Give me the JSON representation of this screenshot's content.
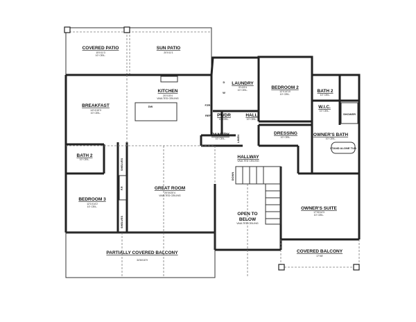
{
  "rooms": {
    "covered_patio": {
      "name": "COVERED PATIO",
      "size": "15'X11'3",
      "ceiling": "10' CEIL."
    },
    "sun_patio": {
      "name": "SUN PATIO",
      "size": "20'X11'1"
    },
    "breakfast": {
      "name": "BREAKFAST",
      "size": "14'1X10'3",
      "ceiling": "10' CEIL."
    },
    "kitchen": {
      "name": "KITCHEN",
      "size": "20'X15'4",
      "ceiling": "VAULTED CEILING"
    },
    "laundry": {
      "name": "LAUNDRY",
      "size": "9'1X9'4",
      "ceiling": "10' CEIL."
    },
    "bedroom_2": {
      "name": "BEDROOM 2",
      "size": "12'X14'10",
      "ceiling": "10' CEIL."
    },
    "bath_2_right": {
      "name": "BATH 2",
      "ceiling": "10' CEIL."
    },
    "wic": {
      "name": "W.I.C.",
      "ceiling": "10' CEIL."
    },
    "pwdr": {
      "name": "PWDR",
      "ceiling": "10' CEIL."
    },
    "hall": {
      "name": "HALL",
      "ceiling": "10' CEIL."
    },
    "pantry": {
      "name": "PANTRY",
      "ceiling": "10' CEIL."
    },
    "dressing": {
      "name": "DRESSING",
      "ceiling": "10' CEIL."
    },
    "owners_bath": {
      "name": "OWNER'S BATH",
      "ceiling": "10' CEIL."
    },
    "hallway": {
      "name": "HALLWAY",
      "ceiling": "VAULTED CEILING"
    },
    "bath_2_left": {
      "name": "BATH 2",
      "ceiling": "10' CEIL."
    },
    "bedroom_3": {
      "name": "BEDROOM 3",
      "size": "12'1X14'2",
      "ceiling": "10' CEIL."
    },
    "great_room": {
      "name": "GREAT ROOM",
      "size": "20'0X20'4",
      "ceiling": "VAULTED CEILING"
    },
    "open_to_below": {
      "name": "OPEN TO",
      "name2": "BELOW",
      "ceiling": "VAULTED CEILING"
    },
    "owners_suite": {
      "name": "OWNER'S SUITE",
      "size": "17'3X14'3",
      "ceiling": "10' CEIL."
    },
    "partially_covered_balcony": {
      "name": "PARTIALLY COVERED BALCONY",
      "size": "34'6X10'9"
    },
    "covered_balcony": {
      "name": "COVERED BALCONY",
      "size": "17'X8'"
    }
  },
  "fixtures": {
    "dw": "DW",
    "fzr": "FZR.",
    "ref": "REF",
    "shelves": "SHELVES",
    "fp": "F.P.",
    "linen": "LINEN",
    "shower": "SHOWER",
    "tub": "STAND ALONE TUB",
    "down": "DOWN",
    "d": "D",
    "w": "W"
  }
}
